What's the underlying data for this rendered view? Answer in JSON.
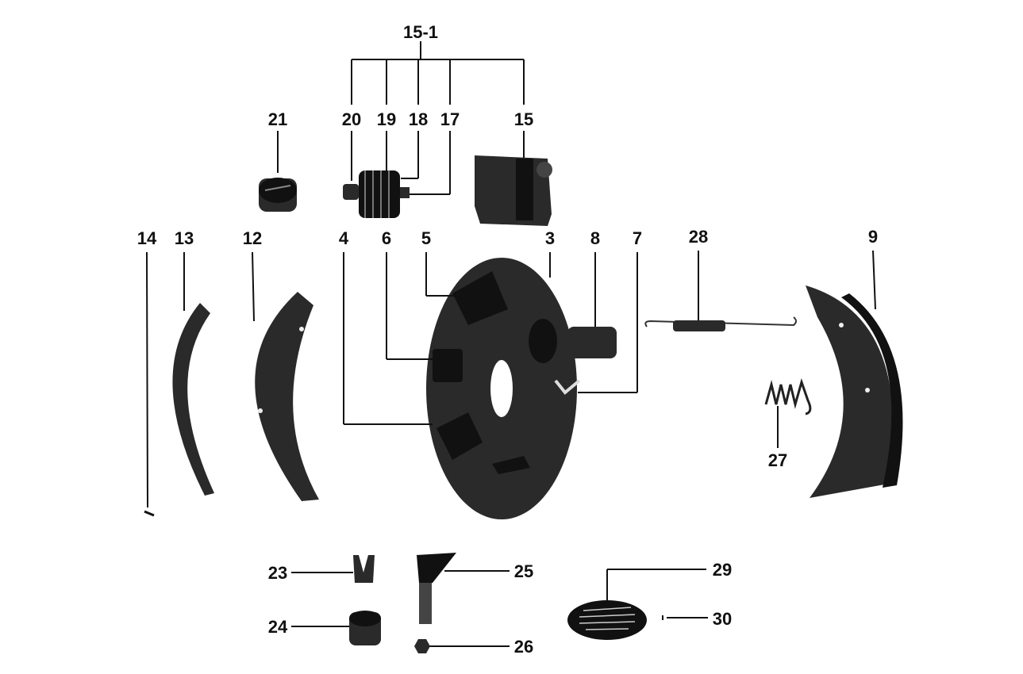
{
  "diagram": {
    "assembly_label": "15-1",
    "labels": {
      "p20": "20",
      "p19": "19",
      "p18": "18",
      "p17": "17",
      "p15": "15",
      "p21": "21",
      "p14": "14",
      "p13": "13",
      "p12": "12",
      "p4": "4",
      "p6": "6",
      "p5": "5",
      "p3": "3",
      "p8": "8",
      "p7": "7",
      "p28": "28",
      "p9": "9",
      "p27": "27",
      "p23": "23",
      "p25": "25",
      "p24": "24",
      "p26": "26",
      "p29": "29",
      "p30": "30"
    }
  }
}
